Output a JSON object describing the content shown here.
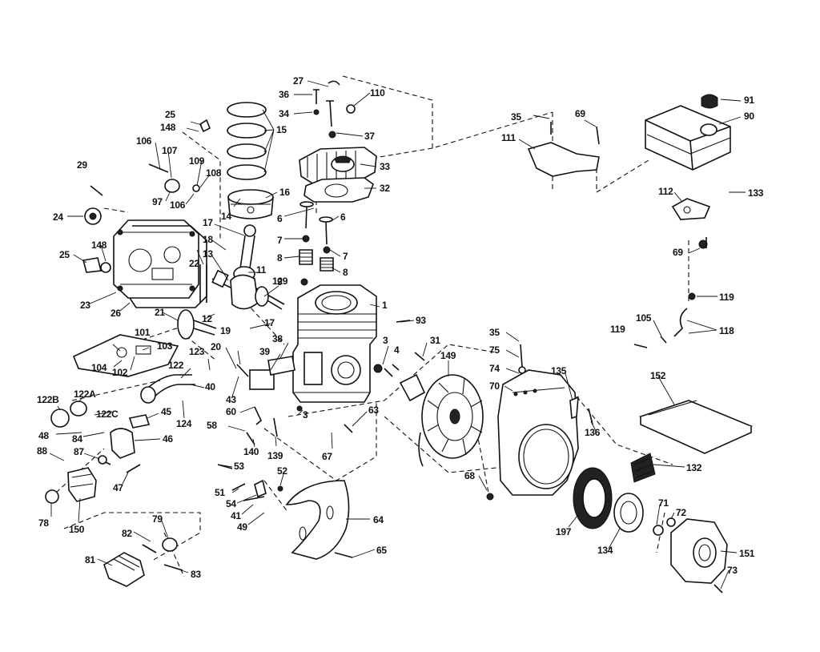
{
  "diagram": {
    "labels": {
      "l27": "27",
      "l36": "36",
      "l34": "34",
      "l110": "110",
      "l37": "37",
      "l33": "33",
      "l32": "32",
      "l25": "25",
      "l148a": "148",
      "l106a": "106",
      "l107": "107",
      "l109": "109",
      "l108": "108",
      "l97": "97",
      "l106b": "106",
      "l29": "29",
      "l24": "24",
      "l148b": "148",
      "l25b": "25",
      "l23": "23",
      "l26": "26",
      "l15": "15",
      "l16": "16",
      "l14": "14",
      "l17a": "17",
      "l18": "18",
      "l13": "13",
      "l11": "11",
      "l6a": "6",
      "l7a": "7",
      "l8a": "8",
      "l9a": "9",
      "l6b": "6",
      "l7b": "7",
      "l8b": "8",
      "l9b": "9",
      "l129": "129",
      "l22": "22",
      "l21": "21",
      "l12": "12",
      "l17b": "17",
      "l1": "1",
      "l93": "93",
      "l101": "101",
      "l103": "103",
      "l104": "104",
      "l102": "102",
      "l19": "19",
      "l20": "20",
      "l38": "38",
      "l39": "39",
      "l3a": "3",
      "l4": "4",
      "l31": "31",
      "l123": "123",
      "l122": "122",
      "l40": "40",
      "l43": "43",
      "l122B": "122B",
      "l122A": "122A",
      "l122C": "122C",
      "l45": "45",
      "l124": "124",
      "l46": "46",
      "l48": "48",
      "l84": "84",
      "l88": "88",
      "l87": "87",
      "l47": "47",
      "l60": "60",
      "l58": "58",
      "l140": "140",
      "l139": "139",
      "l3b": "3",
      "l63": "63",
      "l67": "67",
      "l53": "53",
      "l52": "52",
      "l51": "51",
      "l54": "54",
      "l41": "41",
      "l49": "49",
      "l64": "64",
      "l65": "65",
      "l78": "78",
      "l150": "150",
      "l82": "82",
      "l79": "79",
      "l81": "81",
      "l83": "83",
      "l149": "149",
      "l35a": "35",
      "l75": "75",
      "l74": "74",
      "l70": "70",
      "l135": "135",
      "l136": "136",
      "l68": "68",
      "l197": "197",
      "l134": "134",
      "l71": "71",
      "l72": "72",
      "l151": "151",
      "l73": "73",
      "l152": "152",
      "l132": "132",
      "l35b": "35",
      "l69a": "69",
      "l111": "111",
      "l91": "91",
      "l90": "90",
      "l112": "112",
      "l133": "133",
      "l69b": "69",
      "l119a": "119",
      "l105": "105",
      "l119b": "119",
      "l118": "118"
    }
  }
}
